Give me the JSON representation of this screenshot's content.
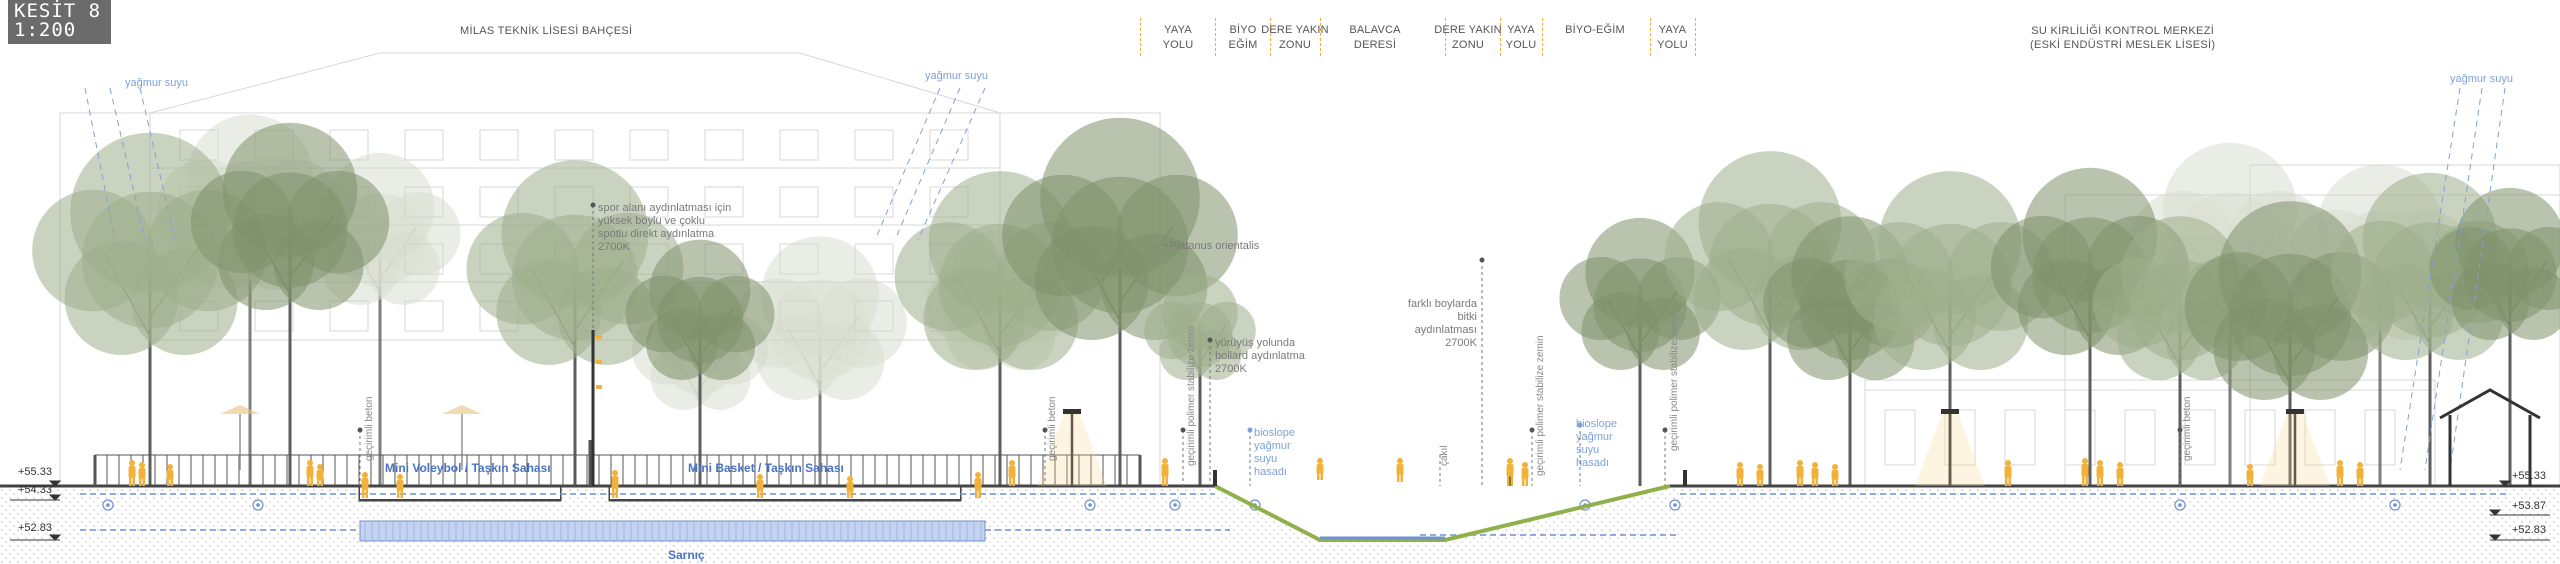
{
  "title": {
    "section": "KESİT 8",
    "scale": "1:200"
  },
  "buildings": {
    "left": "MİLAS TEKNİK LİSESİ BAHÇESİ",
    "right_line1": "SU KİRLİLİĞİ KONTROL MERKEZİ",
    "right_line2": "(ESKİ ENDÜSTRİ MESLEK LİSESİ)"
  },
  "zones": [
    {
      "l1": "YAYA",
      "l2": "YOLU"
    },
    {
      "l1": "BİYO",
      "l2": "EĞİM"
    },
    {
      "l1": "DERE YAKIN",
      "l2": "ZONU"
    },
    {
      "l1": "BALAVCA",
      "l2": "DERESİ"
    },
    {
      "l1": "DERE YAKIN",
      "l2": "ZONU"
    },
    {
      "l1": "YAYA",
      "l2": "YOLU"
    },
    {
      "l1": "BİYO-EĞİM",
      "l2": ""
    },
    {
      "l1": "YAYA",
      "l2": "YOLU"
    }
  ],
  "rain": {
    "left1": "yağmur suyu",
    "left2": "yağmur suyu",
    "right": "yağmur suyu"
  },
  "notes": {
    "sport_light": [
      "spor alanı aydınlatması için",
      "yüksek boylu ve çoklu",
      "spotlu direkt aydınlatma",
      "2700K"
    ],
    "platanus": "+Platanus orientalis",
    "bollard": [
      "yürüyüş yolunda",
      "bollard aydınlatma",
      "2700K"
    ],
    "tree_light": [
      "farklı boylarda",
      "bitki aydınlatması",
      "2700K"
    ],
    "bioslope_left": [
      "bioslope",
      "yağmur",
      "suyu",
      "hasadı"
    ],
    "bioslope_right": [
      "bioslope",
      "yağmur",
      "suyu",
      "hasadı"
    ]
  },
  "vertical_labels": {
    "beton1": "geçirimli beton",
    "beton2": "geçirimli beton",
    "polimer1": "geçirimli polimer stabilize zemin",
    "cakil": "çakıl",
    "polimer2": "geçirimli polimer stabilize zemin",
    "polimer3": "geçirimli polimer stabilize zemin",
    "beton3": "geçirimli beton"
  },
  "fields": {
    "volleyball": "Mini Voleybol / Taşkın Sahası",
    "basket": "Mini Basket  / Taşkın Sahası",
    "cistern": "Sarnıç"
  },
  "elevations": {
    "l1": "+55.33",
    "l2": "+54.33",
    "l3": "+52.83",
    "r1": "+55.33",
    "r2": "+53.87",
    "r3": "+52.83"
  },
  "colors": {
    "tree": "#9fae8c",
    "tree_dark": "#7f916b",
    "people": "#f2b23a",
    "water": "#6f92d1",
    "slope": "#8fb04a",
    "ground": "#555555"
  }
}
